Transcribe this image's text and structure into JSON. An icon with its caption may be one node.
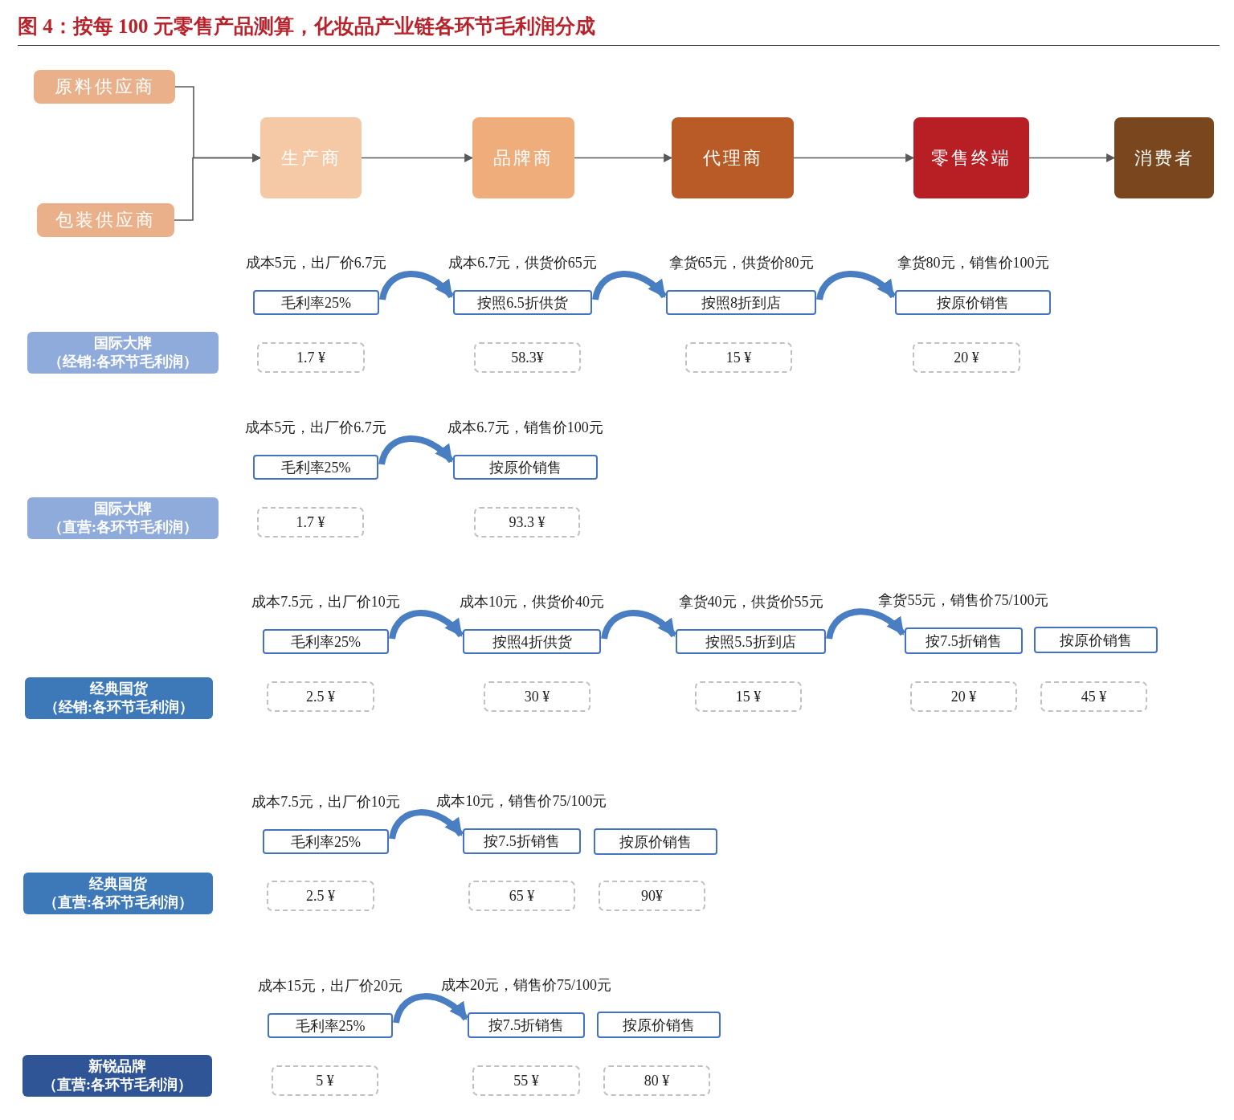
{
  "diagram": {
    "title": "图 4：按每 100 元零售产品测算，化妆品产业链各环节毛利润分成",
    "nodes": [
      {
        "text": [
          "原料供应商"
        ]
      },
      {
        "text": [
          "包装供应商"
        ]
      },
      {
        "text": [
          "生产商"
        ]
      },
      {
        "text": [
          "品牌商"
        ]
      },
      {
        "text": [
          "代理商"
        ]
      },
      {
        "text": [
          "零售终端"
        ]
      },
      {
        "text": [
          "消费者"
        ]
      },
      {
        "text": [
          "国际大牌",
          "（经销:各环节毛利润）"
        ]
      },
      {
        "text": [
          "毛利率25%"
        ],
        "beside": [
          "成本5元，出厂价6.7元"
        ]
      },
      {
        "text": [
          "按照6.5折供货"
        ],
        "beside": [
          "成本6.7元，供货价65元"
        ]
      },
      {
        "text": [
          "按照8折到店"
        ],
        "beside": [
          "拿货65元，供货价80元"
        ]
      },
      {
        "text": [
          "按原价销售"
        ],
        "beside": [
          "拿货80元，销售价100元"
        ]
      },
      {
        "text": [
          "1.7 ¥"
        ]
      },
      {
        "text": [
          "58.3¥"
        ]
      },
      {
        "text": [
          "15 ¥"
        ]
      },
      {
        "text": [
          "20 ¥"
        ]
      },
      {
        "text": [
          "国际大牌",
          "（直营:各环节毛利润）"
        ]
      },
      {
        "text": [
          "毛利率25%"
        ],
        "beside": [
          "成本5元，出厂价6.7元"
        ]
      },
      {
        "text": [
          "按原价销售"
        ],
        "beside": [
          "成本6.7元，销售价100元"
        ]
      },
      {
        "text": [
          "1.7 ¥"
        ]
      },
      {
        "text": [
          "93.3 ¥"
        ]
      },
      {
        "text": [
          "经典国货",
          "（经销:各环节毛利润）"
        ]
      },
      {
        "text": [
          "毛利率25%"
        ],
        "beside": [
          "成本7.5元，出厂价10元"
        ]
      },
      {
        "text": [
          "按照4折供货"
        ],
        "beside": [
          "成本10元，供货价40元"
        ]
      },
      {
        "text": [
          "按照5.5折到店"
        ],
        "beside": [
          "拿货40元，供货价55元"
        ]
      },
      {
        "text": [
          "按7.5折销售"
        ],
        "beside": [
          "拿货55元，销售价75/100元"
        ]
      },
      {
        "text": [
          "按原价销售"
        ]
      },
      {
        "text": [
          "2.5 ¥"
        ]
      },
      {
        "text": [
          "30 ¥"
        ]
      },
      {
        "text": [
          "15 ¥"
        ]
      },
      {
        "text": [
          "20 ¥"
        ]
      },
      {
        "text": [
          "45 ¥"
        ]
      },
      {
        "text": [
          "经典国货",
          "（直营:各环节毛利润）"
        ]
      },
      {
        "text": [
          "毛利率25%"
        ],
        "beside": [
          "成本7.5元，出厂价10元"
        ]
      },
      {
        "text": [
          "按7.5折销售"
        ],
        "beside": [
          "成本10元，销售价75/100元"
        ]
      },
      {
        "text": [
          "按原价销售"
        ]
      },
      {
        "text": [
          "2.5 ¥"
        ]
      },
      {
        "text": [
          "65 ¥"
        ]
      },
      {
        "text": [
          "90¥"
        ]
      },
      {
        "text": [
          "新锐品牌",
          "（直营:各环节毛利润）"
        ]
      },
      {
        "text": [
          "毛利率25%"
        ],
        "beside": [
          "成本15元，出厂价20元"
        ]
      },
      {
        "text": [
          "按7.5折销售"
        ],
        "beside": [
          "成本20元，销售价75/100元"
        ]
      },
      {
        "text": [
          "按原价销售"
        ]
      },
      {
        "text": [
          "5 ¥"
        ]
      },
      {
        "text": [
          "55 ¥"
        ]
      },
      {
        "text": [
          "80 ¥"
        ]
      }
    ],
    "edges": [
      {
        "from": 0,
        "to": 2,
        "arrow": "to",
        "color": "#595959"
      },
      {
        "from": 1,
        "to": 2,
        "arrow": "to",
        "color": "#595959"
      },
      {
        "from": 2,
        "to": 3,
        "arrow": "to",
        "color": "#595959"
      },
      {
        "from": 3,
        "to": 4,
        "arrow": "to",
        "color": "#595959"
      },
      {
        "from": 4,
        "to": 5,
        "arrow": "to",
        "color": "#595959"
      },
      {
        "from": 5,
        "to": 6,
        "arrow": "to",
        "color": "#595959"
      },
      {
        "from": 8,
        "to": 9,
        "arrow": "to"
      },
      {
        "from": 9,
        "to": 10,
        "arrow": "to"
      },
      {
        "from": 10,
        "to": 11,
        "arrow": "to"
      },
      {
        "from": 17,
        "to": 18,
        "arrow": "to"
      },
      {
        "from": 22,
        "to": 23,
        "arrow": "to"
      },
      {
        "from": 23,
        "to": 24,
        "arrow": "to"
      },
      {
        "from": 24,
        "to": 25,
        "arrow": "to"
      },
      {
        "from": 33,
        "to": 34,
        "arrow": "to"
      },
      {
        "from": 40,
        "to": 41,
        "arrow": "to"
      }
    ]
  }
}
